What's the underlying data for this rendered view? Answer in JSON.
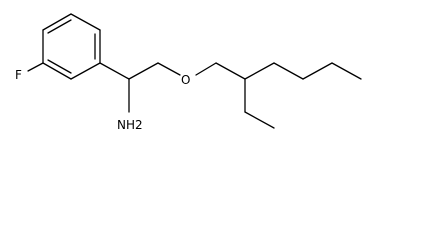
{
  "molecule": {
    "atoms": {
      "fluorine": "F",
      "oxygen": "O",
      "amine": "NH2"
    }
  },
  "colors": {
    "bond": "#000000",
    "label": "#000000",
    "background": "#ffffff"
  }
}
